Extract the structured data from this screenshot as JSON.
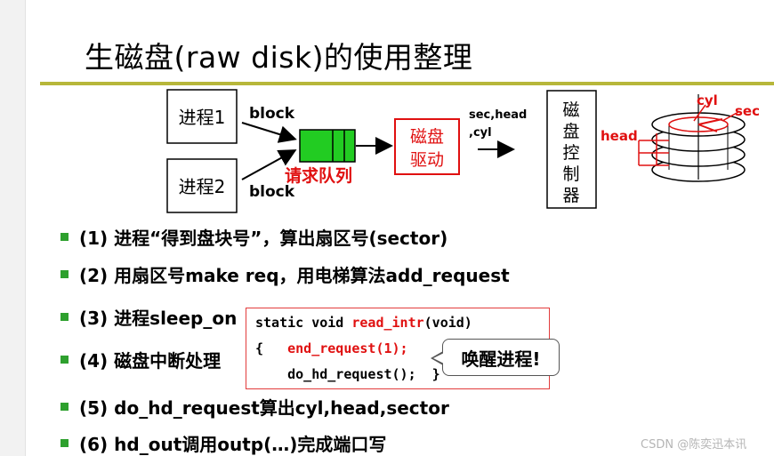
{
  "title": "生磁盘(raw disk)的使用整理",
  "diagram": {
    "process1": "进程1",
    "process2": "进程2",
    "block_top": "block",
    "block_bottom": "block",
    "queue_label": "请求队列",
    "driver_line1": "磁盘",
    "driver_line2": "驱动",
    "params_line1": "sec,head",
    "params_line2": ",cyl",
    "controller": [
      "磁",
      "盘",
      "控",
      "制",
      "器"
    ],
    "disk_labels": {
      "cyl": "cyl",
      "sec": "sec",
      "head": "head"
    },
    "colors": {
      "queue_fill": "#22cc22",
      "red": "#e01010",
      "rule": "#b7b73a",
      "bullet": "#2ea02e"
    }
  },
  "bullets": [
    "(1) 进程“得到盘块号”，算出扇区号(sector)",
    "(2) 用扇区号make req，用电梯算法add_request",
    "(3) 进程sleep_on",
    "(4) 磁盘中断处理",
    "(5) do_hd_request算出cyl,head,sector",
    "(6) hd_out调用outp(…)完成端口写"
  ],
  "code": {
    "line1_a": "static void ",
    "line1_b": "read_intr",
    "line1_c": "(void)",
    "line2_a": "{   ",
    "line2_b": "end_request(1);",
    "line3": "    do_hd_request();  }"
  },
  "callout": "唤醒进程!",
  "watermark": "CSDN @陈奕迅本讯"
}
